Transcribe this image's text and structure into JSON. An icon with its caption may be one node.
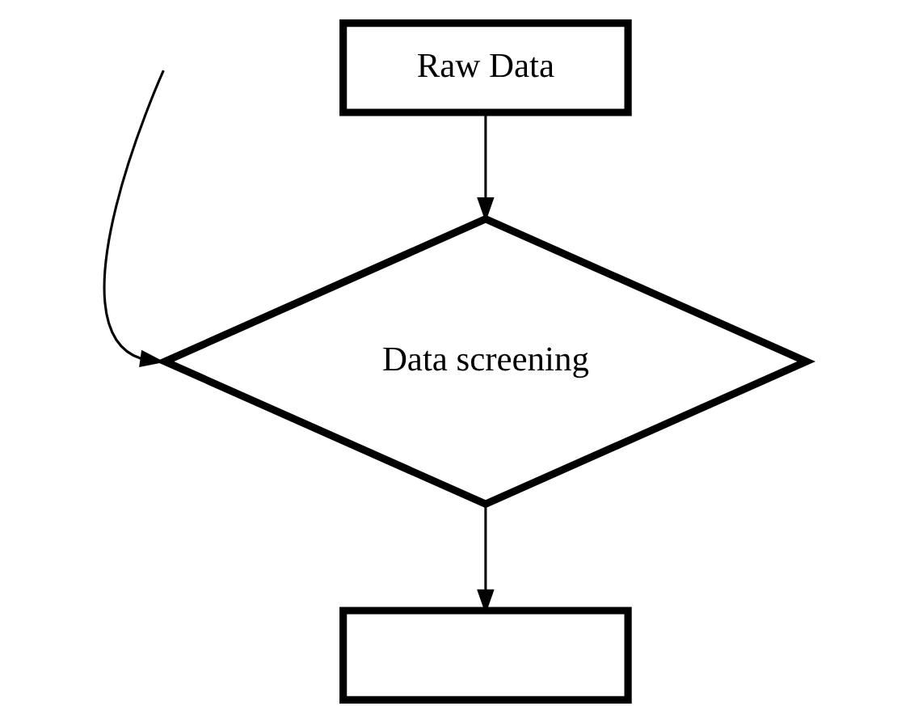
{
  "diagram": {
    "nodes": [
      {
        "text": [
          "Raw Data"
        ]
      },
      {
        "text": [
          "Data screening"
        ]
      },
      {
        "text": [],
        "shape": "box"
      }
    ],
    "edges": [
      {
        "from": 0,
        "to": 1,
        "arrow": "to"
      },
      {
        "from": 1,
        "to": 2,
        "arrow": "to"
      },
      {
        "from": null,
        "to": 1,
        "arrow": "to"
      }
    ]
  }
}
